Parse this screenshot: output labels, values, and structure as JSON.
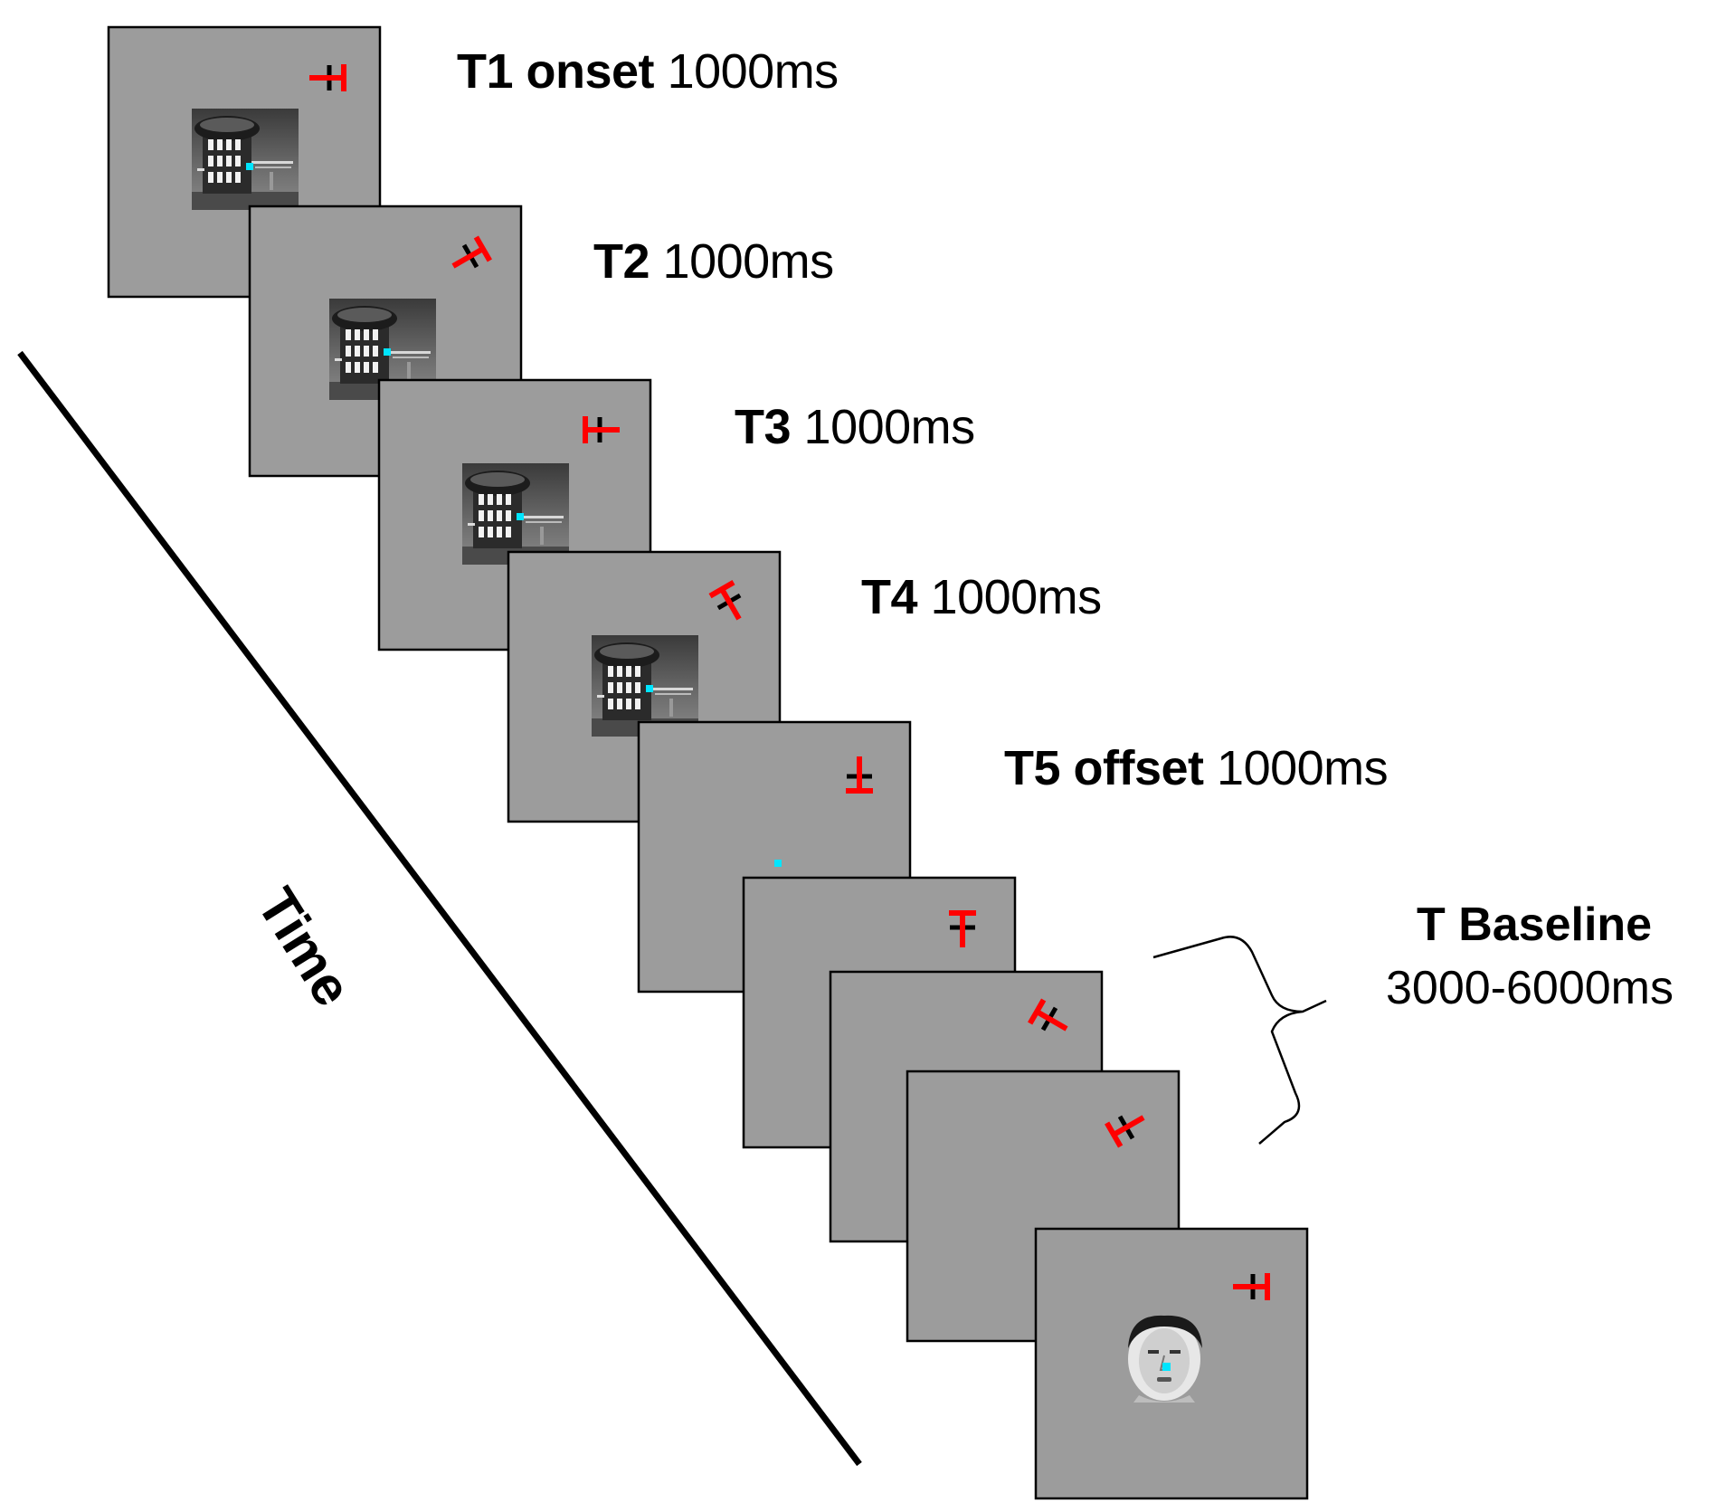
{
  "axis_label": "Time",
  "steps": [
    {
      "id": "t1",
      "name": "T1 onset",
      "duration": "1000ms",
      "stimulus": "building-photo"
    },
    {
      "id": "t2",
      "name": "T2",
      "duration": "1000ms",
      "stimulus": "building-photo"
    },
    {
      "id": "t3",
      "name": "T3",
      "duration": "1000ms",
      "stimulus": "building-photo"
    },
    {
      "id": "t4",
      "name": "T4",
      "duration": "1000ms",
      "stimulus": "building-photo"
    },
    {
      "id": "t5",
      "name": "T5 offset",
      "duration": "1000ms",
      "stimulus": "none"
    }
  ],
  "baseline": {
    "name": "T Baseline",
    "duration": "3000-6000ms"
  },
  "colors": {
    "frame_fill": "#9c9c9c",
    "probe_red": "#ff0000",
    "probe_black": "#000000",
    "fixation_dot": "#00e5ff"
  },
  "icons": [
    "building-photo",
    "face-photo",
    "rotating-probe-cross",
    "fixation-dot",
    "curly-brace"
  ]
}
